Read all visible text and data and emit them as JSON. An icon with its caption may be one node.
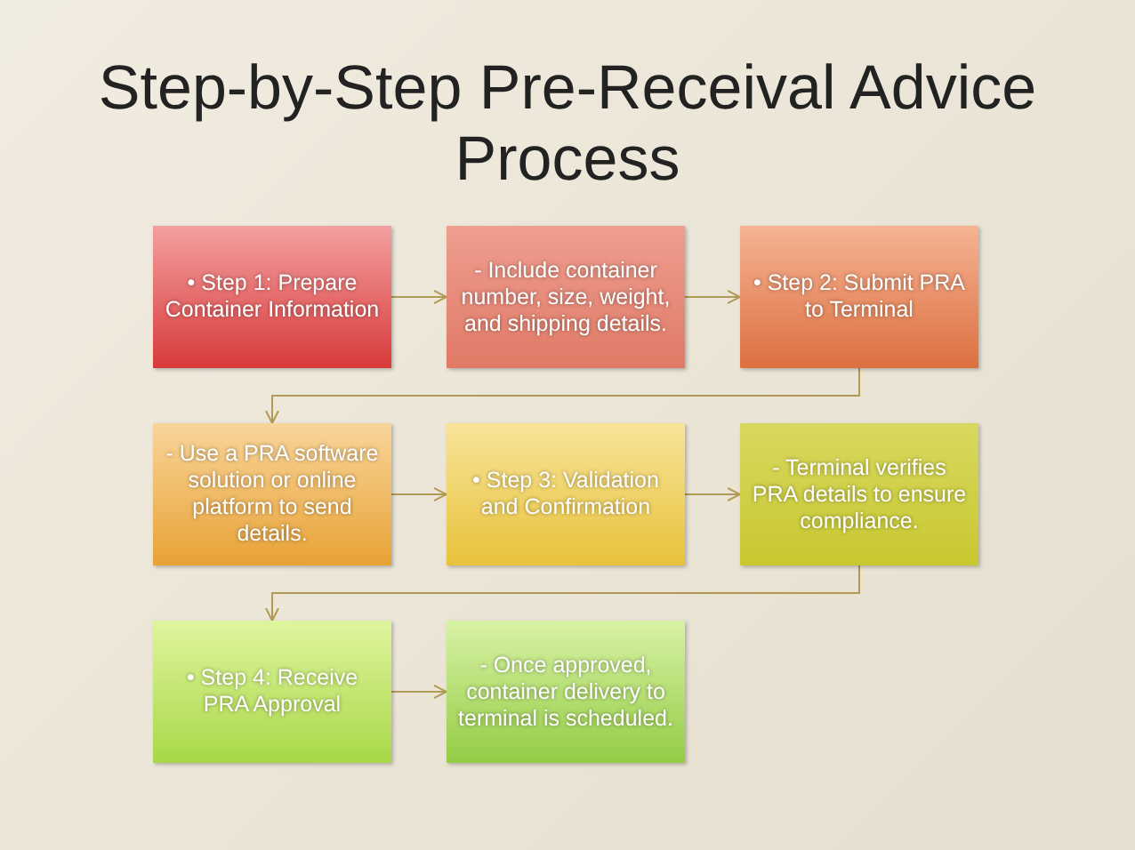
{
  "diagram": {
    "title": "Step-by-Step Pre-Receival Advice Process",
    "nodes": [
      {
        "text": [
          "• Step 1: Prepare Container Information"
        ]
      },
      {
        "text": [
          "- Include container number, size, weight, and shipping details."
        ]
      },
      {
        "text": [
          "• Step 2: Submit PRA to Terminal"
        ]
      },
      {
        "text": [
          "- Use a PRA software solution or online platform to send details."
        ]
      },
      {
        "text": [
          "• Step 3: Validation and Confirmation"
        ]
      },
      {
        "text": [
          "- Terminal verifies PRA details to ensure compliance."
        ]
      },
      {
        "text": [
          "• Step 4: Receive PRA Approval"
        ]
      },
      {
        "text": [
          "- Once approved, container delivery to terminal is scheduled."
        ]
      }
    ],
    "edges": [
      {
        "from": 0,
        "to": 1,
        "arrow": "to"
      },
      {
        "from": 1,
        "to": 2,
        "arrow": "to"
      },
      {
        "from": 2,
        "to": 3,
        "arrow": "to"
      },
      {
        "from": 3,
        "to": 4,
        "arrow": "to"
      },
      {
        "from": 4,
        "to": 5,
        "arrow": "to"
      },
      {
        "from": 5,
        "to": 6,
        "arrow": "to"
      },
      {
        "from": 6,
        "to": 7,
        "arrow": "to"
      }
    ]
  }
}
